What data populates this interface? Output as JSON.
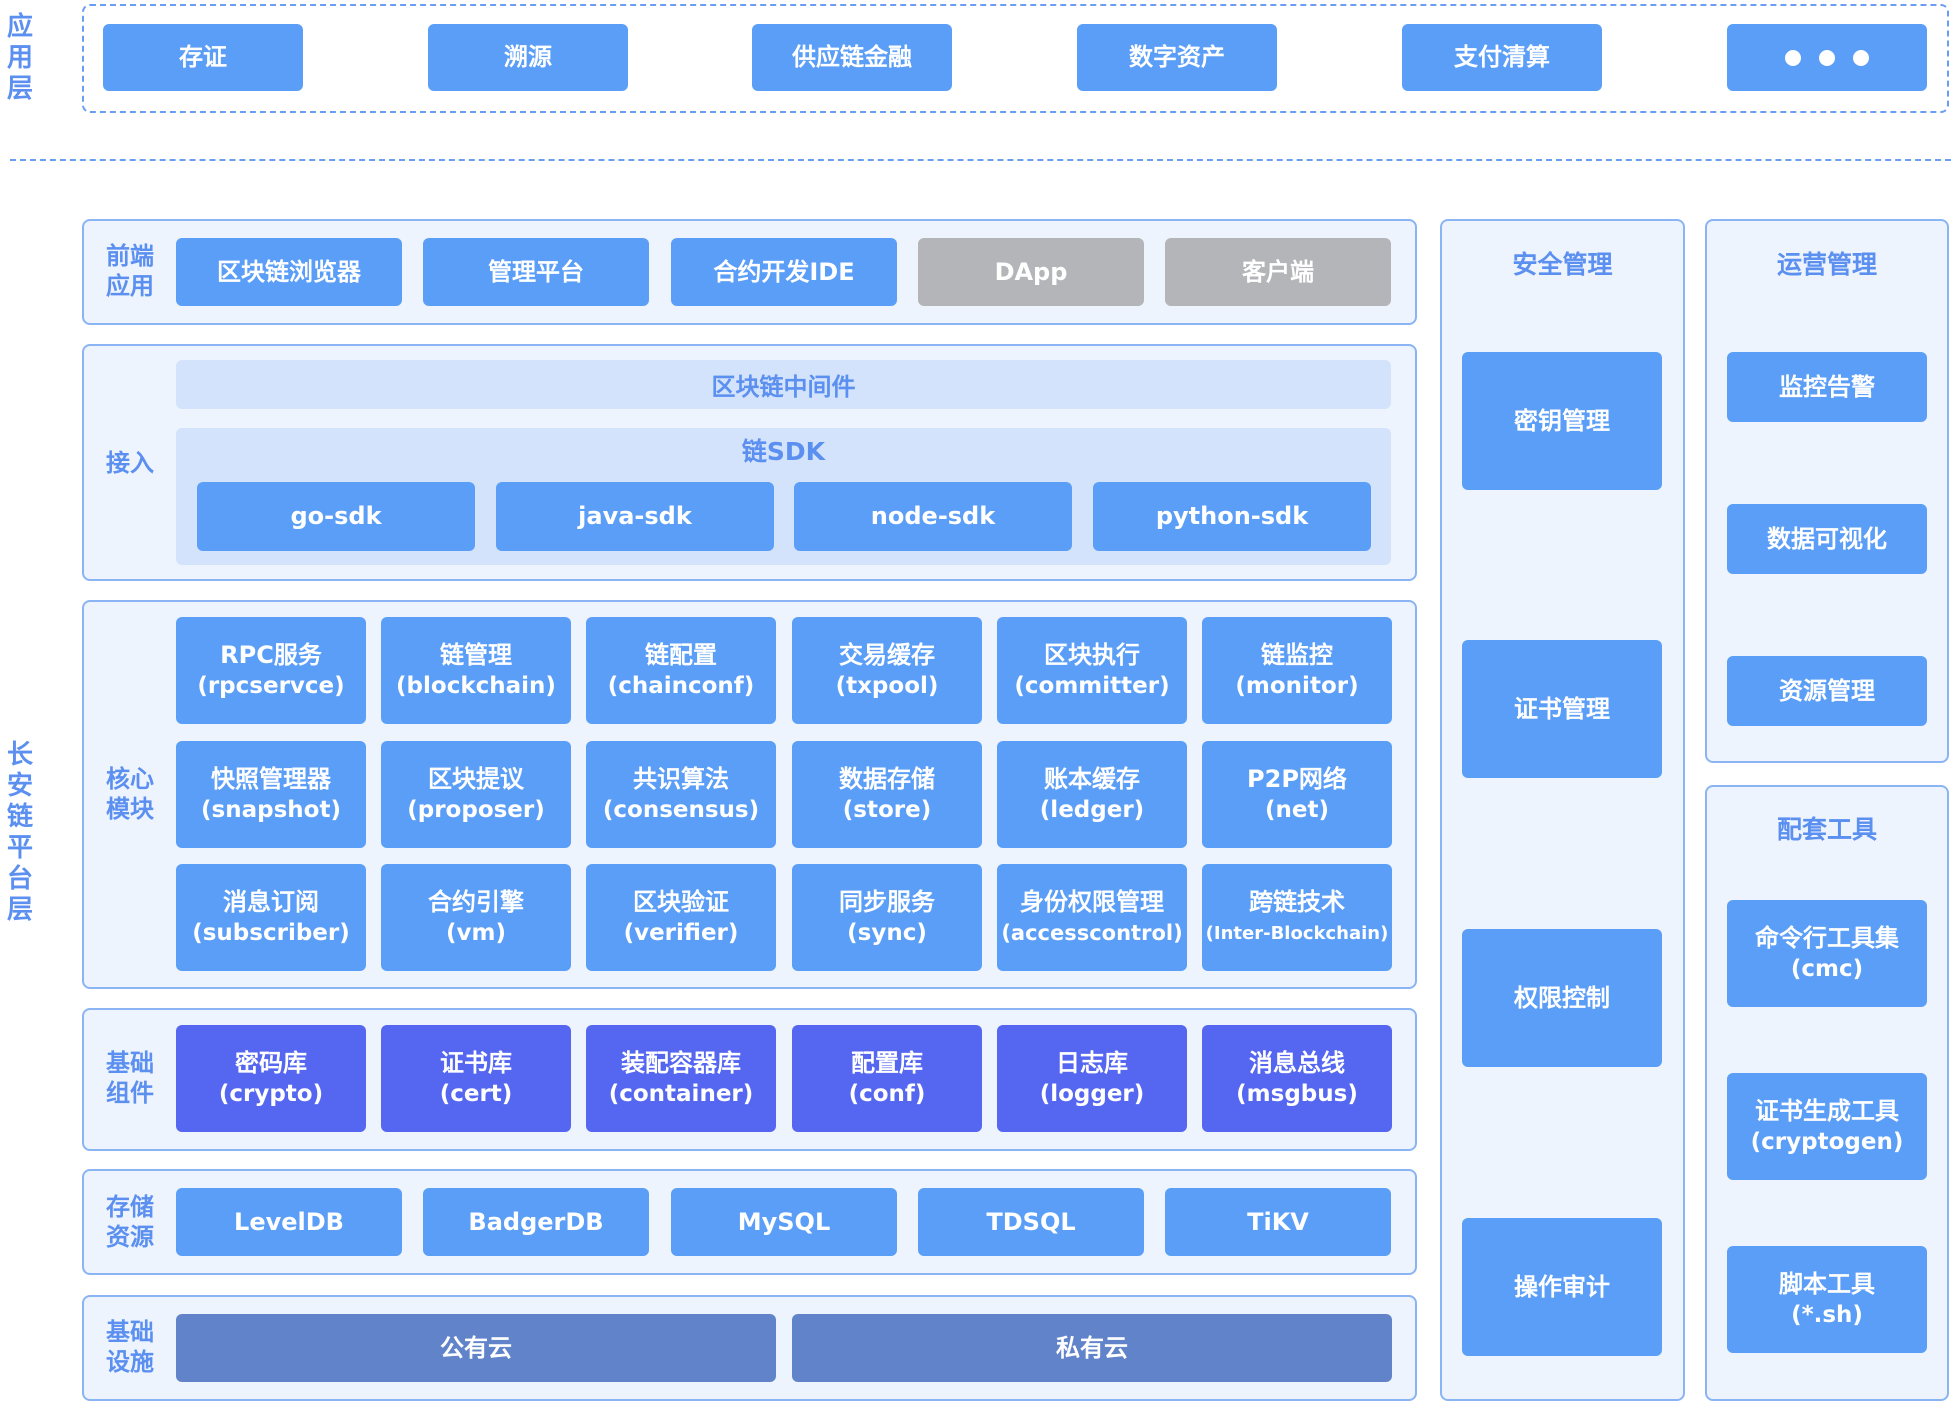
{
  "app_layer": {
    "label": "应用层",
    "items": [
      "存证",
      "溯源",
      "供应链金融",
      "数字资产",
      "支付清算"
    ],
    "more_icon": "ellipsis-icon"
  },
  "platform_layer": {
    "label": "长安链平台层"
  },
  "frontend": {
    "label": "前端应用",
    "items": [
      "区块链浏览器",
      "管理平台",
      "合约开发IDE",
      "DApp",
      "客户端"
    ]
  },
  "access": {
    "label": "接入",
    "middleware": "区块链中间件",
    "sdk_title": "链SDK",
    "sdks": [
      "go-sdk",
      "java-sdk",
      "node-sdk",
      "python-sdk"
    ]
  },
  "core": {
    "label": "核心模块",
    "modules": [
      {
        "name": "RPC服务",
        "code": "(rpcservce)"
      },
      {
        "name": "链管理",
        "code": "(blockchain)"
      },
      {
        "name": "链配置",
        "code": "(chainconf)"
      },
      {
        "name": "交易缓存",
        "code": "(txpool)"
      },
      {
        "name": "区块执行",
        "code": "(committer)"
      },
      {
        "name": "链监控",
        "code": "(monitor)"
      },
      {
        "name": "快照管理器",
        "code": "(snapshot)"
      },
      {
        "name": "区块提议",
        "code": "(proposer)"
      },
      {
        "name": "共识算法",
        "code": "(consensus)"
      },
      {
        "name": "数据存储",
        "code": "(store)"
      },
      {
        "name": "账本缓存",
        "code": "(ledger)"
      },
      {
        "name": "P2P网络",
        "code": "(net)"
      },
      {
        "name": "消息订阅",
        "code": "(subscriber)"
      },
      {
        "name": "合约引擎",
        "code": "(vm)"
      },
      {
        "name": "区块验证",
        "code": "(verifier)"
      },
      {
        "name": "同步服务",
        "code": "(sync)"
      },
      {
        "name": "身份权限管理",
        "code": "(accesscontrol)"
      },
      {
        "name": "跨链技术",
        "code": "(Inter-Blockchain)"
      }
    ]
  },
  "base_components": {
    "label": "基础组件",
    "items": [
      {
        "name": "密码库",
        "code": "(crypto)"
      },
      {
        "name": "证书库",
        "code": "(cert)"
      },
      {
        "name": "装配容器库",
        "code": "(container)"
      },
      {
        "name": "配置库",
        "code": "(conf)"
      },
      {
        "name": "日志库",
        "code": "(logger)"
      },
      {
        "name": "消息总线",
        "code": "(msgbus)"
      }
    ]
  },
  "storage": {
    "label": "存储资源",
    "items": [
      "LevelDB",
      "BadgerDB",
      "MySQL",
      "TDSQL",
      "TiKV"
    ]
  },
  "infrastructure": {
    "label": "基础设施",
    "items": [
      "公有云",
      "私有云"
    ]
  },
  "security": {
    "title": "安全管理",
    "items": [
      "密钥管理",
      "证书管理",
      "权限控制",
      "操作审计"
    ]
  },
  "operations": {
    "title": "运营管理",
    "items": [
      "监控告警",
      "数据可视化",
      "资源管理"
    ]
  },
  "tools": {
    "title": "配套工具",
    "items": [
      {
        "name": "命令行工具集",
        "code": "(cmc)"
      },
      {
        "name": "证书生成工具",
        "code": "(cryptogen)"
      },
      {
        "name": "脚本工具",
        "code": "(*.sh)"
      }
    ]
  },
  "colors": {
    "accent": "#5b8ff0",
    "button": "#5b9ef7",
    "gray_button": "#b4b5b8",
    "component_button": "#5567f0",
    "infra_button": "#6183c9",
    "panel_bg": "#eef4fe",
    "panel_border": "#8ab4f4"
  }
}
